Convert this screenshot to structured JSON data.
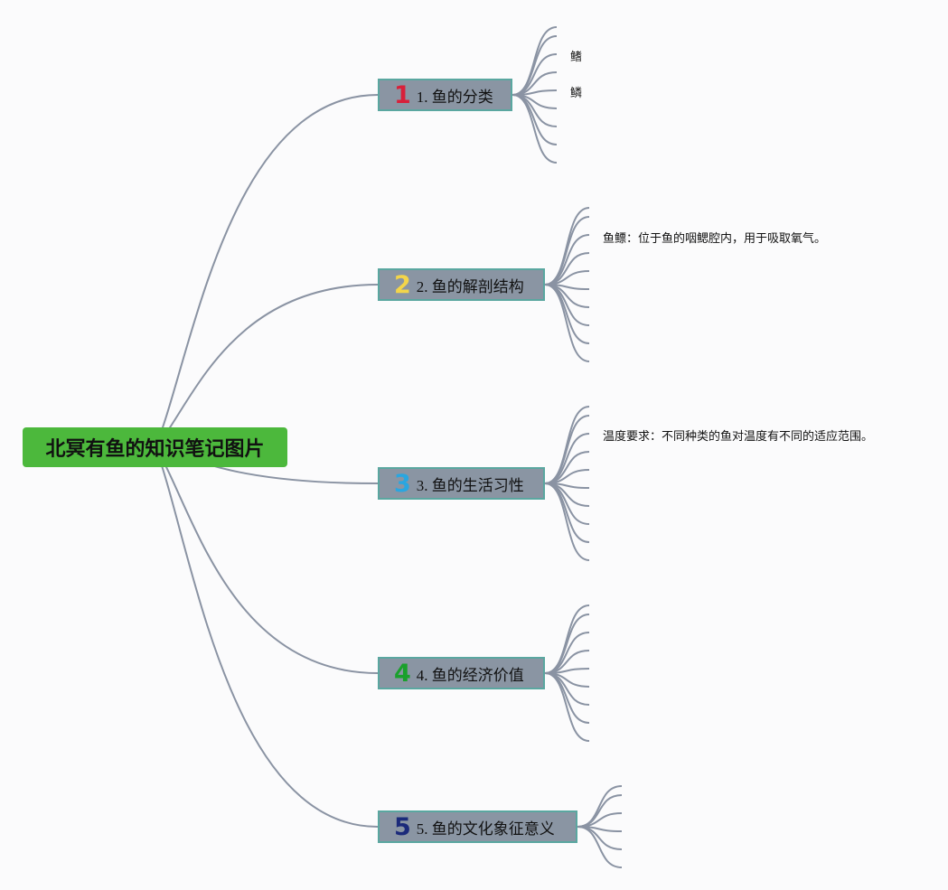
{
  "root": {
    "title": "北冥有鱼的知识笔记图片"
  },
  "branches": [
    {
      "number": "1",
      "label": "1. 鱼的分类",
      "number_color": "#d8203a"
    },
    {
      "number": "2",
      "label": "2. 鱼的解剖结构",
      "number_color": "#f3d54a"
    },
    {
      "number": "3",
      "label": "3. 鱼的生活习性",
      "number_color": "#2aa6e0"
    },
    {
      "number": "4",
      "label": "4. 鱼的经济价值",
      "number_color": "#1aa02c"
    },
    {
      "number": "5",
      "label": "5. 鱼的文化象征意义",
      "number_color": "#1b2a7a"
    }
  ],
  "leaves": {
    "fin": "鳍",
    "scale": "鳞",
    "gill": "鱼鳔：位于鱼的咽鳃腔内，用于吸取氧气。",
    "temperature": "温度要求：不同种类的鱼对温度有不同的适应范围。"
  },
  "colors": {
    "root_bg": "#4cb83c",
    "branch_bg": "#8a95a3",
    "branch_border": "#5aa7a0",
    "connector": "#8a93a3",
    "background": "#fbfbfc"
  }
}
